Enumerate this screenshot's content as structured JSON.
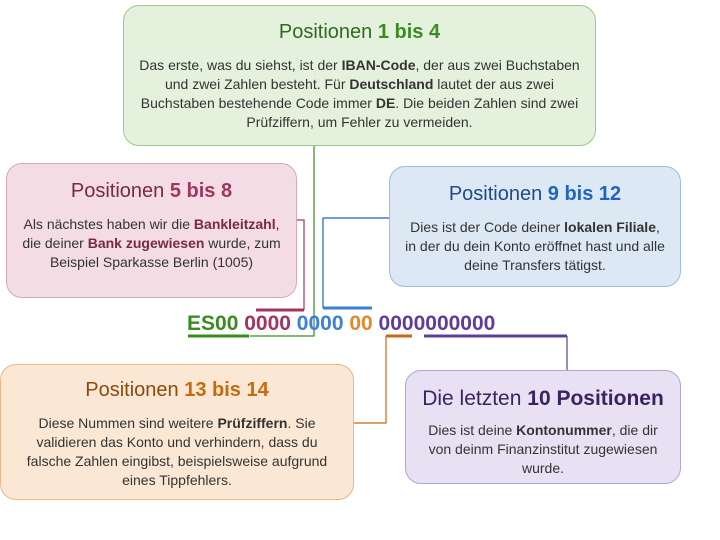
{
  "boxes": {
    "green": {
      "title_prefix": "Positionen ",
      "title_bold": "1 bis 4",
      "p1": "Das erste, was du siehst, ist der ",
      "b1": "IBAN-Code",
      "p2": ", der aus zwei Buchstaben und zwei Zahlen besteht. Für ",
      "b2": "Deutschland",
      "p3": " lautet der aus zwei Buchstaben bestehende Code immer ",
      "b3": "DE",
      "p4": ". Die beiden Zahlen sind zwei Prüfziffern, um Fehler zu vermeiden."
    },
    "pink": {
      "title_prefix": "Positionen ",
      "title_bold": "5 bis 8",
      "p1": "Als nächstes haben wir die ",
      "b1": "Bankleitzahl",
      "p2": ", die deiner ",
      "b2": "Bank zugewiesen",
      "p3": " wurde, zum Beispiel Sparkasse Berlin (1005)"
    },
    "blue": {
      "title_prefix": "Positionen ",
      "title_bold": "9 bis 12",
      "p1": "Dies ist der Code deiner ",
      "b1": "lokalen Filiale",
      "p2": ", in der du dein Konto eröffnet hast und alle deine Transfers tätigst."
    },
    "orange": {
      "title_prefix": "Positionen ",
      "title_bold": "13 bis 14",
      "p1": "Diese Nummen sind weitere ",
      "b1": "Prüfziffern",
      "p2": ". Sie validieren das Konto und verhindern, dass du falsche Zahlen eingibst, beispielsweise aufgrund eines Tippfehlers."
    },
    "purple": {
      "title_prefix": "Die letzten ",
      "title_bold": "10 Positionen",
      "p1": "Dies ist deine ",
      "b1": "Kontonummer",
      "p2": ", die dir von deinm Finanzinstitut zugewiesen wurde."
    }
  },
  "iban": {
    "country": "ES00",
    "bank": "0000",
    "branch": "0000",
    "check": "00",
    "account": "0000000000"
  },
  "colors": {
    "green": "#3b8a22",
    "pink": "#a03562",
    "blue": "#3d7fd6",
    "orange": "#c56a12",
    "purple": "#5e3d9a"
  }
}
